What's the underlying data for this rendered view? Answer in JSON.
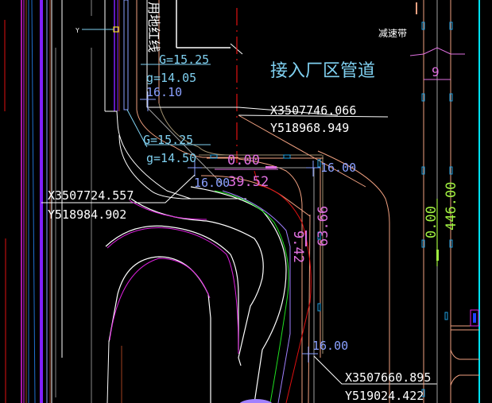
{
  "drawing": {
    "background": "#000000",
    "labels": {
      "pipe_title": "接入厂区管道",
      "speed_bump": "减速带",
      "vertical_text": "用地红线",
      "y_marker": "Y"
    },
    "elevations": {
      "upper_G": "G=15.25",
      "upper_g": "g=14.05",
      "upper_h": "16.10",
      "lower_G": "G=15.25",
      "lower_g": "g=14.50",
      "pt_a": "16.00",
      "pt_b": "16.00",
      "pt_c": "16.00"
    },
    "dimensions": {
      "horiz_top": "0.00",
      "horiz_bottom": "39.52",
      "vert_left": "9.42",
      "vert_right": "63.66",
      "right_road_a": "0.00",
      "right_road_b": "446.00",
      "road_width": "9"
    },
    "coordinates": [
      {
        "x": "X3507746.066",
        "y": "Y518968.949"
      },
      {
        "x": "X3507724.557",
        "y": "Y518984.902"
      },
      {
        "x": "X3507660.895",
        "y": "Y519024.422"
      }
    ],
    "colors": {
      "cyan_text": "#7fd0f0",
      "blue_text": "#8aa0ff",
      "pink_text": "#e070e0",
      "green_text": "#a0f040",
      "white": "#ffffff",
      "red": "#e01010",
      "salmon": "#f0a080",
      "magenta": "#e020e0",
      "purple": "#8020ff",
      "cyan": "#00e0f0"
    }
  }
}
